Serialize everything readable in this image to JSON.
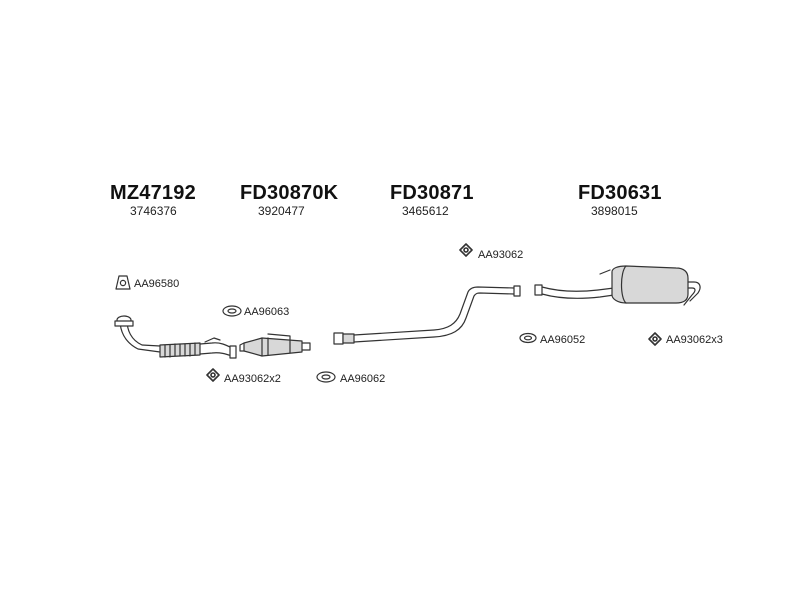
{
  "parts": [
    {
      "code": "MZ47192",
      "ref": "3746376"
    },
    {
      "code": "FD30870K",
      "ref": "3920477"
    },
    {
      "code": "FD30871",
      "ref": "3465612"
    },
    {
      "code": "FD30631",
      "ref": "3898015"
    }
  ],
  "accessories": [
    {
      "label": "AA96580",
      "icon": "rubber-hanger-icon"
    },
    {
      "label": "AA96063",
      "icon": "gasket-icon"
    },
    {
      "label": "AA93062x2",
      "icon": "clamp-icon"
    },
    {
      "label": "AA96062",
      "icon": "gasket-icon"
    },
    {
      "label": "AA93062",
      "icon": "clamp-icon"
    },
    {
      "label": "AA96052",
      "icon": "gasket-icon"
    },
    {
      "label": "AA93062x3",
      "icon": "clamp-icon"
    }
  ],
  "colors": {
    "line": "#333333",
    "fill": "#d8d8d8",
    "text": "#111111"
  }
}
